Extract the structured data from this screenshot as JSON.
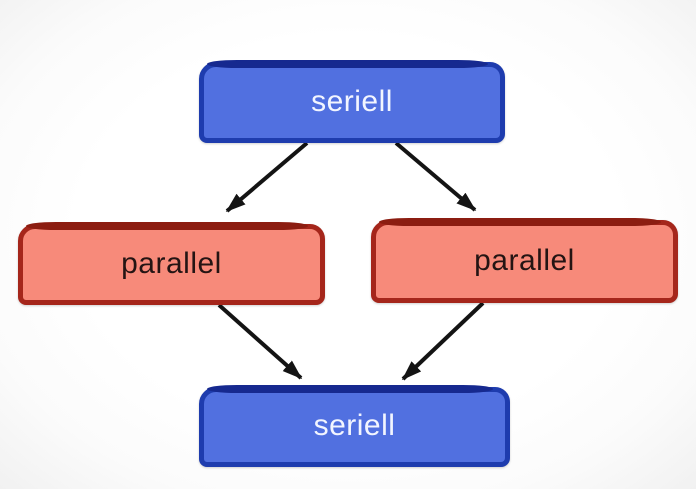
{
  "background": "#fdfdfd",
  "arrow_color": "#141414",
  "nodes": {
    "top_seriell": {
      "label": "seriell",
      "fill": "#5170e0",
      "border": "#1e3cae",
      "text_color": "#f2f5ff"
    },
    "left_parallel": {
      "label": "parallel",
      "fill": "#f78a7a",
      "border": "#a5261b",
      "text_color": "#241413"
    },
    "right_parallel": {
      "label": "parallel",
      "fill": "#f78a7a",
      "border": "#a5261b",
      "text_color": "#241413"
    },
    "bottom_seriell": {
      "label": "seriell",
      "fill": "#5170e0",
      "border": "#1e3cae",
      "text_color": "#f2f5ff"
    }
  },
  "edges": [
    {
      "from": "top_seriell",
      "to": "left_parallel"
    },
    {
      "from": "top_seriell",
      "to": "right_parallel"
    },
    {
      "from": "left_parallel",
      "to": "bottom_seriell"
    },
    {
      "from": "right_parallel",
      "to": "bottom_seriell"
    }
  ]
}
